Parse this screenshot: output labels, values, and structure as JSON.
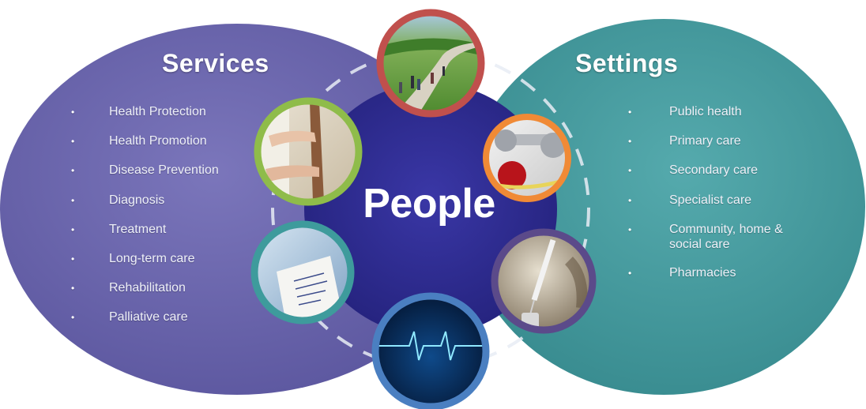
{
  "services": {
    "title": "Services",
    "items": [
      "Health Protection",
      "Health Promotion",
      "Disease Prevention",
      "Diagnosis",
      "Treatment",
      "Long-term care",
      "Rehabilitation",
      "Palliative care"
    ]
  },
  "settings": {
    "title": "Settings",
    "items": [
      "Public health",
      "Primary care",
      "Secondary care",
      "Specialist care",
      "Community, home & social care",
      "Pharmacies"
    ]
  },
  "center": {
    "title": "People"
  },
  "bullet_glyph": "•",
  "photo_circles": [
    {
      "subject": "park-walkers-photo",
      "ring_color": "#c0504d"
    },
    {
      "subject": "handrail-hands-photo",
      "ring_color": "#8fbc4a"
    },
    {
      "subject": "dumbbells-apple-photo",
      "ring_color": "#f08a36"
    },
    {
      "subject": "prescription-note-photo",
      "ring_color": "#3e9b9c"
    },
    {
      "subject": "syringe-vial-photo",
      "ring_color": "#5b4a8a"
    },
    {
      "subject": "heartbeat-monitor-photo",
      "ring_color": "#4a7fc1"
    }
  ],
  "colors": {
    "services_ellipse": "#6a64ac",
    "settings_ellipse": "#45999c",
    "people_circle": "#2d2b8f",
    "dashed_ring": "#e8ecf4"
  }
}
